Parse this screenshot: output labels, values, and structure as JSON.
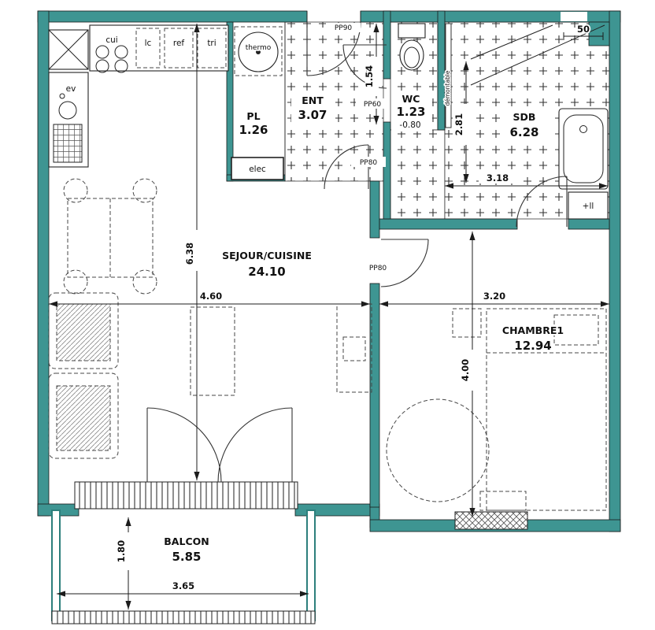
{
  "colors": {
    "wall": "#3E9592",
    "wall_dark": "#2C7F7C"
  },
  "rooms": {
    "pl": {
      "name": "PL",
      "area": "1.26"
    },
    "ent": {
      "name": "ENT",
      "area": "3.07"
    },
    "wc": {
      "name": "WC",
      "area": "1.23",
      "level": "-0.80"
    },
    "sdb": {
      "name": "SDB",
      "area": "6.28"
    },
    "sejour": {
      "name": "SEJOUR/CUISINE",
      "area": "24.10"
    },
    "chambre": {
      "name": "CHAMBRE1",
      "area": "12.94"
    },
    "balcon": {
      "name": "BALCON",
      "area": "5.85"
    }
  },
  "dims": {
    "sejour_w": "4.60",
    "sejour_h": "6.38",
    "chambre_w": "3.20",
    "chambre_h": "4.00",
    "wc_h": "1.54",
    "sdb_h": "2.81",
    "sdb_w": "3.18",
    "balcon_h": "1.80",
    "balcon_w": "3.65",
    "top_right": "50"
  },
  "doors": {
    "entry": "PP90",
    "wc": "PP60",
    "ent_sejour": "PP80",
    "chambre": "PP80"
  },
  "kitchen": {
    "hob": "cui",
    "lc": "lc",
    "fridge": "ref",
    "tri": "tri",
    "sink": "ev"
  },
  "equipment": {
    "thermo": "thermo",
    "elec": "elec",
    "partition": "démontable",
    "washer": "+ll"
  }
}
